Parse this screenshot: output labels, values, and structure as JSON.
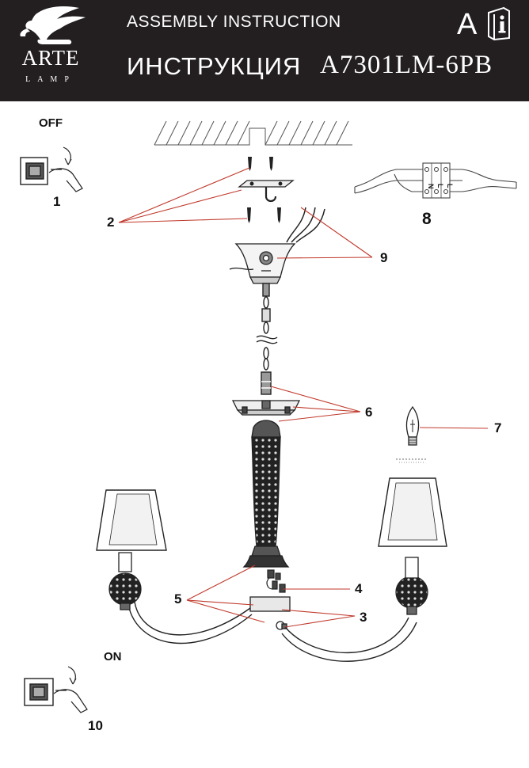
{
  "header": {
    "brand": "ARTE",
    "brand_sub": "LAMP",
    "title_en": "ASSEMBLY INSTRUCTION",
    "title_ru": "ИНСТРУКЦИЯ",
    "model": "A7301LM-6PB",
    "lang_badge": "A",
    "icon": "info-book-icon"
  },
  "switch_off": {
    "label": "OFF",
    "step": "1",
    "icon": "wall-switch-icon"
  },
  "switch_on": {
    "label": "ON",
    "step": "10",
    "icon": "wall-switch-icon"
  },
  "callouts": {
    "c2": "2",
    "c3": "3",
    "c4": "4",
    "c5": "5",
    "c6": "6",
    "c7": "7",
    "c8": "8",
    "c9": "9"
  },
  "terminal_block": {
    "markings": [
      "N",
      "L",
      "L"
    ]
  },
  "colors": {
    "header_bg": "#231f20",
    "leader_line": "#c0392b",
    "line_art": "#111111"
  }
}
